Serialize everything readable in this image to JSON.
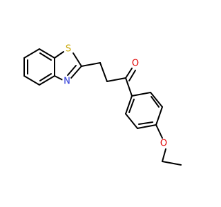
{
  "molecule": {
    "atoms": [
      {
        "symbol": "S",
        "color": "#c8a600"
      },
      {
        "symbol": "N",
        "color": "#2a38d8"
      },
      {
        "symbol": "O",
        "color": "#e00000"
      },
      {
        "symbol": "O",
        "color": "#e00000"
      }
    ],
    "bond_color": "#000000",
    "background": "#ffffff"
  }
}
